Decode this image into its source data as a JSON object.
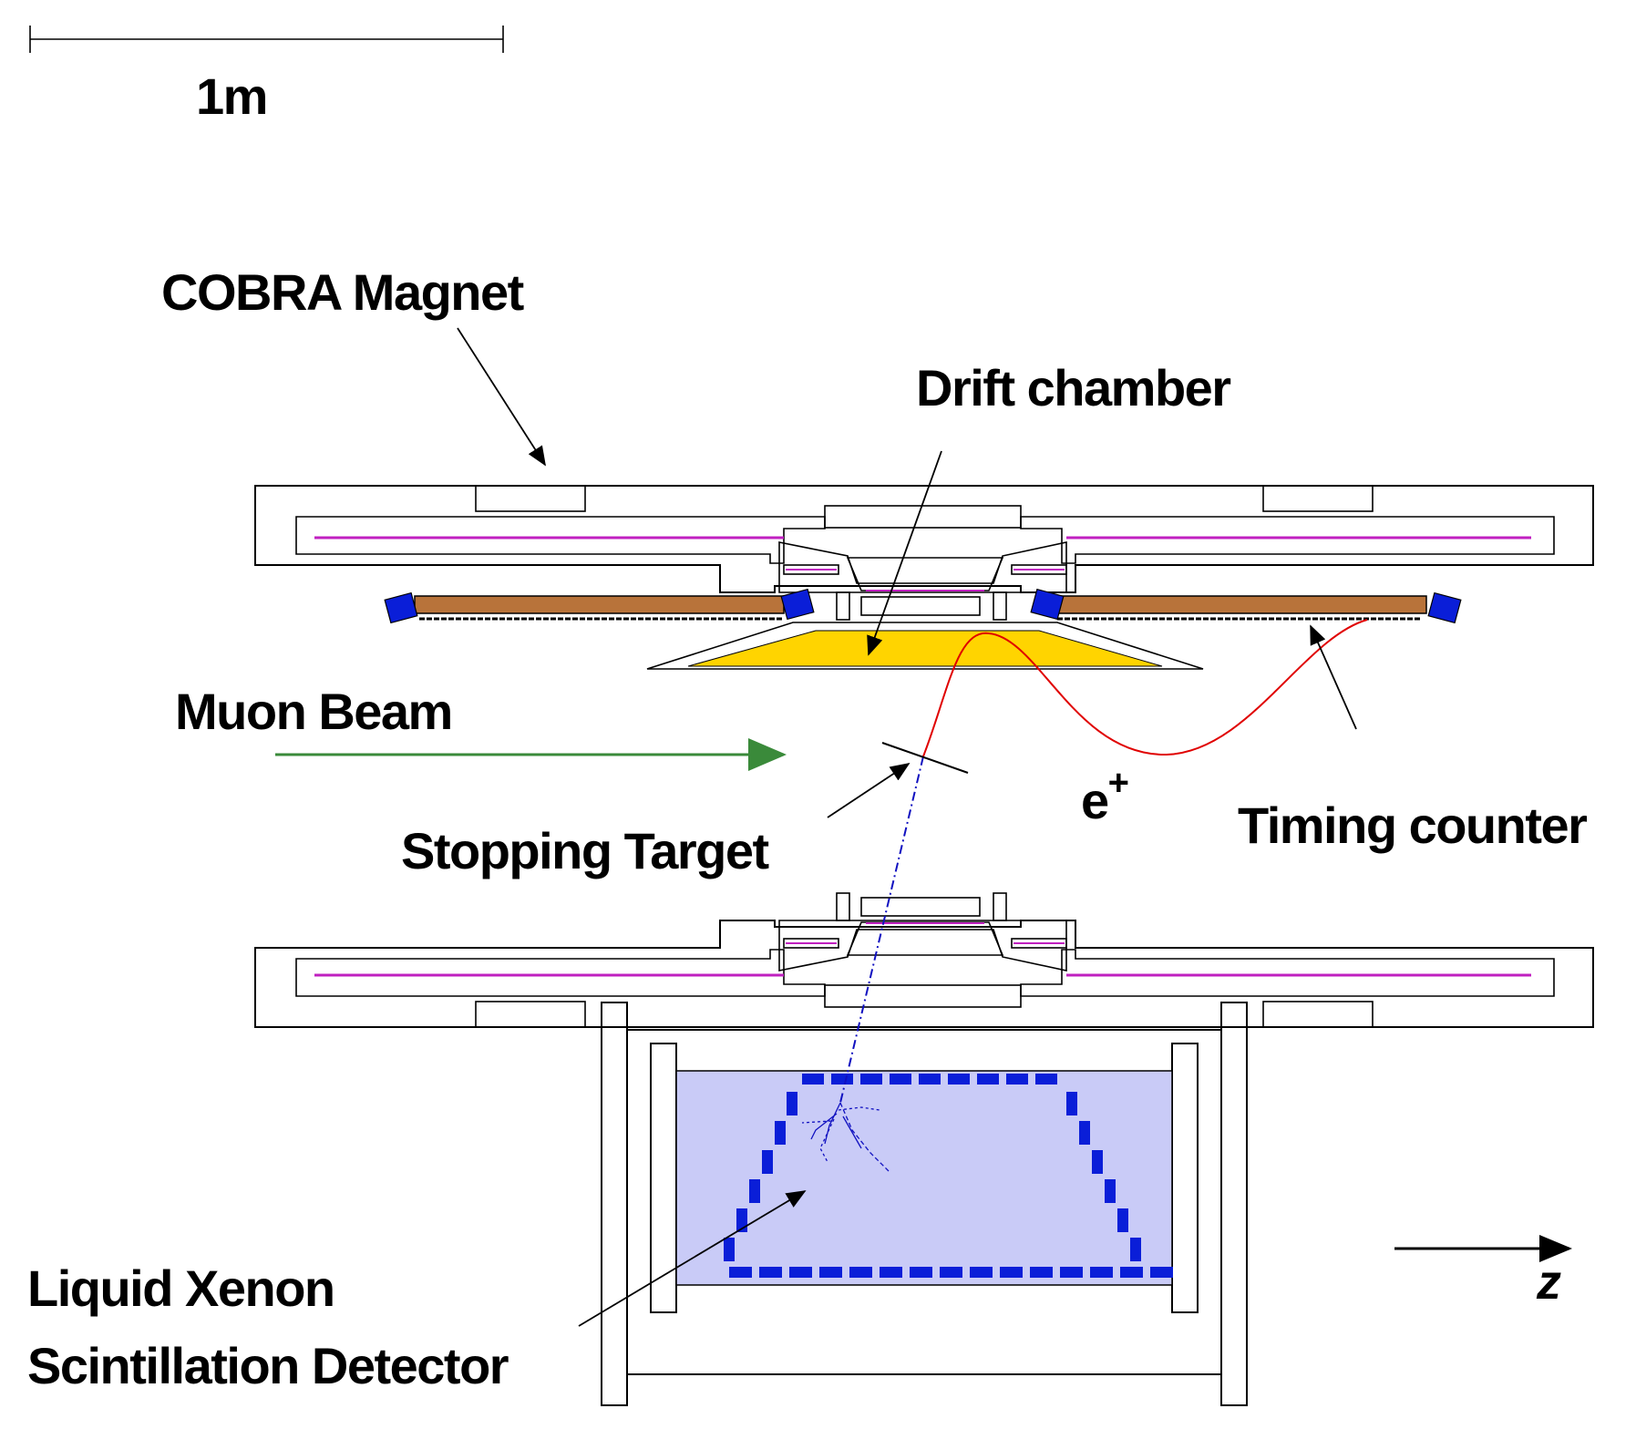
{
  "scale_bar": {
    "label": "1m"
  },
  "labels": {
    "cobra_magnet": "COBRA Magnet",
    "drift_chamber": "Drift chamber",
    "muon_beam": "Muon Beam",
    "stopping_target": "Stopping Target",
    "positron": "e",
    "positron_sup": "+",
    "timing_counter": "Timing counter",
    "lxe_line1": "Liquid Xenon",
    "lxe_line2": "Scintillation Detector",
    "z_axis": "z"
  },
  "colors": {
    "muon_beam": "#3a8a3a",
    "positron_track": "#e00000",
    "gamma_track": "#1010c0",
    "drift_chamber_fill": "#ffd400",
    "timing_bar_fill": "#b8733a",
    "timing_pmt": "#0a1ed8",
    "lxe_volume": "#c9cbf7",
    "lxe_pmt": "#0a1ed8",
    "coil": "#c020c0"
  }
}
